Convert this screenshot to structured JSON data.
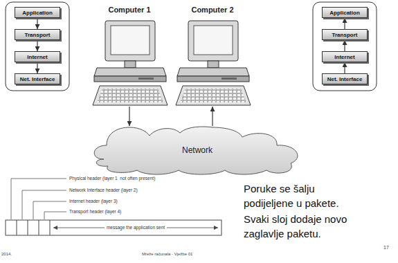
{
  "diagram": {
    "nodes": [
      {
        "text": [
          "Application"
        ]
      },
      {
        "text": [
          "Transport"
        ]
      },
      {
        "text": [
          "Internet"
        ]
      },
      {
        "text": [
          "Net. Interface"
        ]
      },
      {
        "text": [
          "Computer 1"
        ]
      },
      {
        "text": [
          "Computer 2"
        ]
      },
      {
        "text": [
          "Application"
        ]
      },
      {
        "text": [
          "Transport"
        ]
      },
      {
        "text": [
          "Internet"
        ]
      },
      {
        "text": [
          "Net. Interface"
        ]
      },
      {
        "text": [
          "Network"
        ]
      }
    ],
    "edges": [
      {
        "from": 0,
        "to": 1,
        "arrow": "to"
      },
      {
        "from": 1,
        "to": 2,
        "arrow": "to"
      },
      {
        "from": 2,
        "to": 3,
        "arrow": "to"
      },
      {
        "from": 9,
        "to": 8,
        "arrow": "to"
      },
      {
        "from": 8,
        "to": 7,
        "arrow": "to"
      },
      {
        "from": 7,
        "to": 6,
        "arrow": "to"
      },
      {
        "from": 4,
        "to": 10,
        "arrow": "to"
      },
      {
        "from": 10,
        "to": 5,
        "arrow": "to"
      }
    ],
    "labels": [
      "Physical header (layer 1  not often present)",
      "Network Interface header (layer 2)",
      "Internet header (layer 3)",
      "Transport header (layer 4)",
      "message the application sent",
      "Poruke se šalju podijeljene u pakete.",
      "Svaki sloj dodaje novo zaglavlje paketu.",
      "2014.",
      "Mreže računala - Vježbe 01",
      "17"
    ]
  }
}
